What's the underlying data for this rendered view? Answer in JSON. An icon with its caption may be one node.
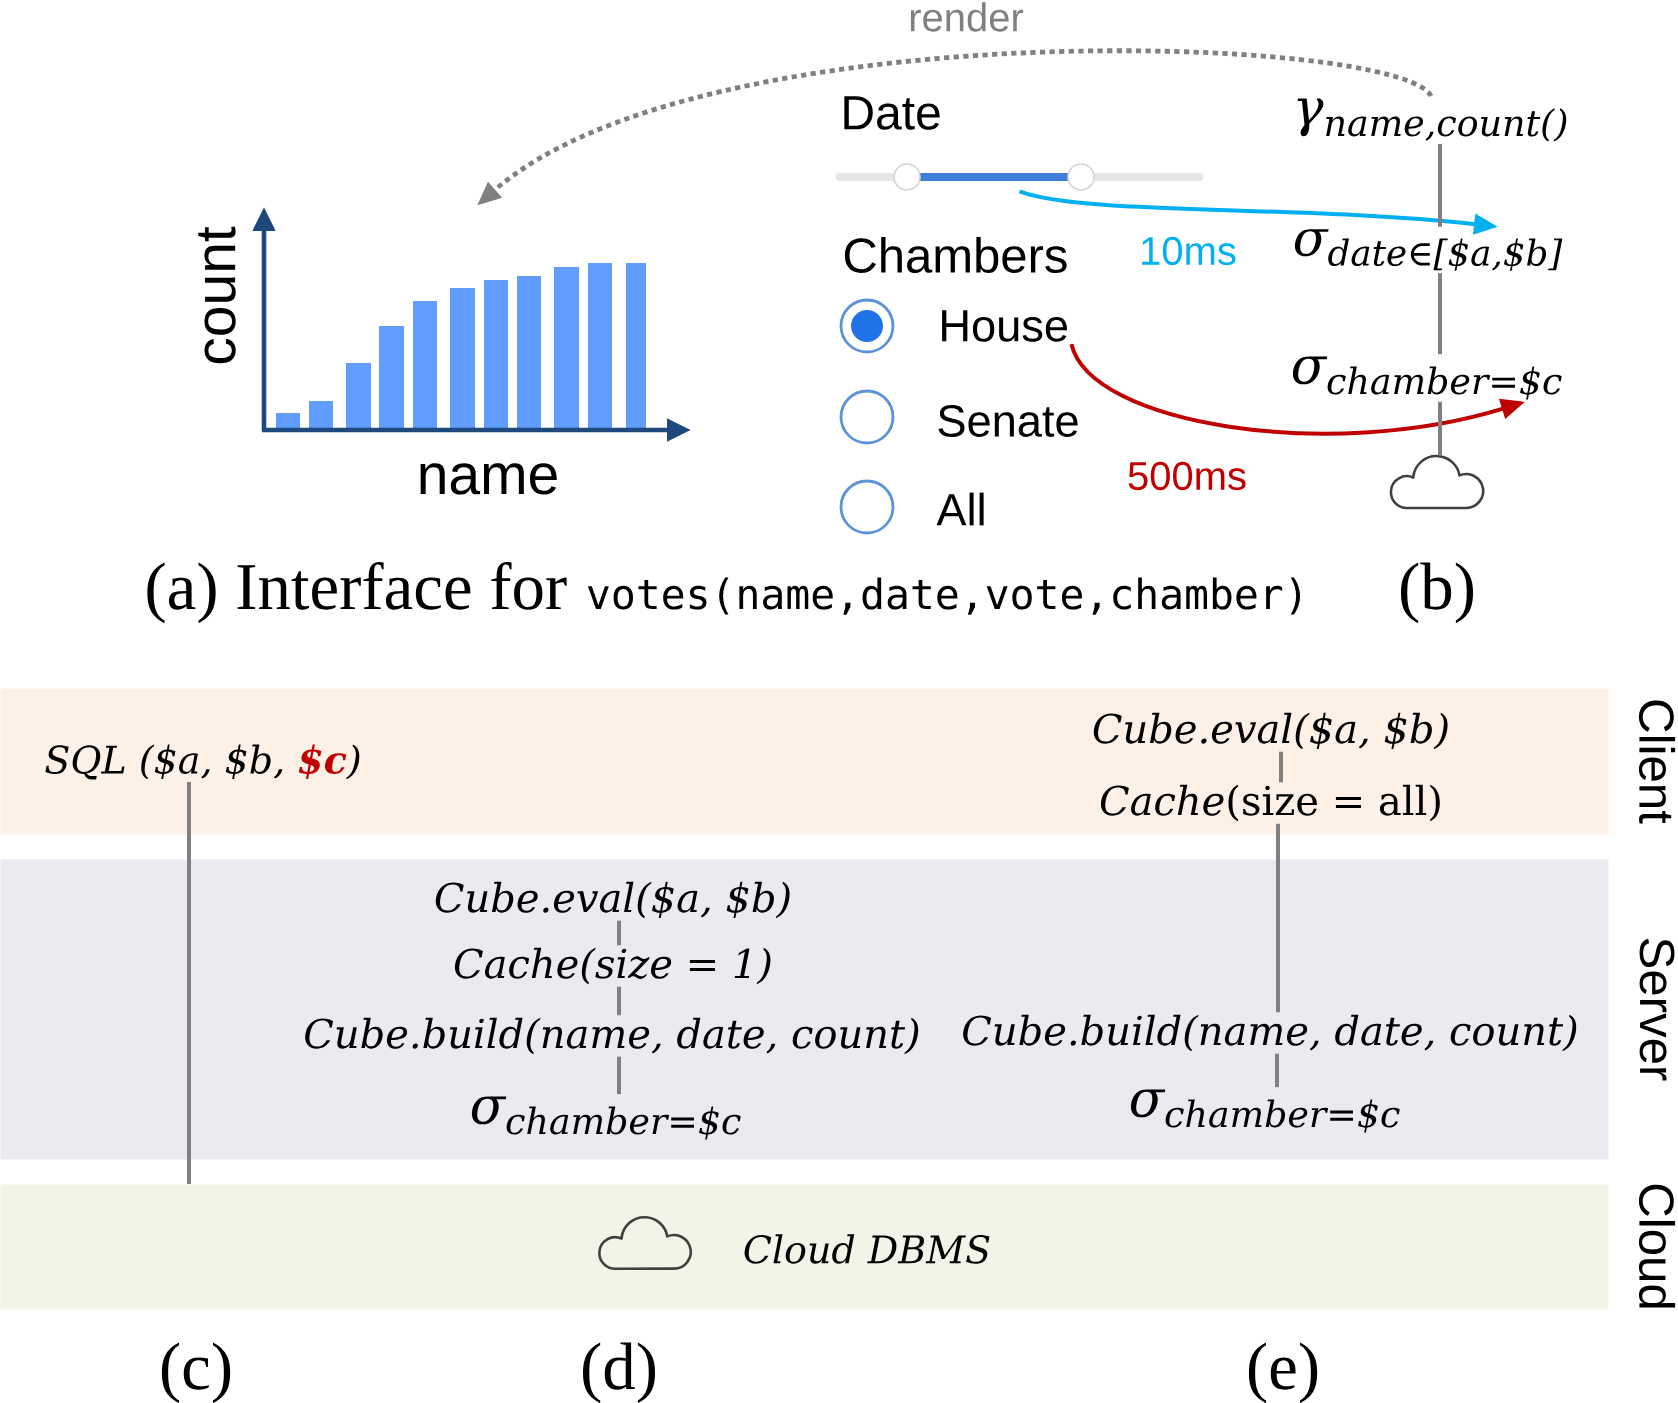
{
  "diagram": {
    "nodes": [
      {
        "text": [],
        "shape": "picture",
        "beside": [
          "count",
          "name"
        ]
      },
      {
        "text": [],
        "shape": "bar"
      },
      {
        "text": [
          "House"
        ]
      },
      {
        "text": [
          "γ$_{name,count()}$"
        ]
      },
      {
        "text": [
          "σ$_{date∈[$a,$b]}$"
        ]
      },
      {
        "text": [
          "σ$_{chamber=$c}$"
        ]
      },
      {
        "text": [],
        "shape": "cloud"
      },
      {
        "text": [
          "Client"
        ]
      },
      {
        "text": [
          "SQL ($a, $b, **$c**)"
        ],
        "in": 7
      },
      {
        "text": [
          "Cube.eval($a, $b)"
        ],
        "in": 7
      },
      {
        "text": [
          "*Cache*(size = all)"
        ],
        "in": 7
      },
      {
        "text": [
          "Server"
        ]
      },
      {
        "text": [
          "Cube.eval($a, $b)"
        ],
        "in": 11
      },
      {
        "text": [
          "Cache(size = 1)"
        ],
        "in": 11
      },
      {
        "text": [
          "Cube.build(name, date, count)"
        ],
        "in": 11
      },
      {
        "text": [
          "σ$_{chamber=$c}$"
        ],
        "in": 11
      },
      {
        "text": [
          "Cube.build(name, date, count)"
        ],
        "in": 11
      },
      {
        "text": [
          "σ$_{chamber=$c}$"
        ],
        "in": 11
      },
      {
        "text": [
          "Cloud"
        ]
      },
      {
        "text": [
          "Cloud DBMS"
        ],
        "in": 18
      }
    ],
    "edges": [
      {
        "from": 3,
        "to": 0,
        "arrow": "to",
        "label": "render",
        "style": "dashed"
      },
      {
        "from": 1,
        "to": 4,
        "arrow": "to",
        "label": "10ms",
        "color": "#00b0f0"
      },
      {
        "from": 2,
        "to": 5,
        "arrow": "to",
        "label": "500ms",
        "color": "#c00000"
      },
      {
        "from": 3,
        "to": 4,
        "arrow": "none"
      },
      {
        "from": 4,
        "to": 5,
        "arrow": "none"
      },
      {
        "from": 5,
        "to": 6,
        "arrow": "none"
      },
      {
        "from": 8,
        "to": 18,
        "arrow": "none"
      },
      {
        "from": 9,
        "to": 10,
        "arrow": "none"
      },
      {
        "from": 10,
        "to": 16,
        "arrow": "none"
      },
      {
        "from": 12,
        "to": 13,
        "arrow": "none"
      },
      {
        "from": 13,
        "to": 14,
        "arrow": "none"
      },
      {
        "from": 14,
        "to": 15,
        "arrow": "none"
      },
      {
        "from": 16,
        "to": 17,
        "arrow": "none"
      }
    ],
    "labels": [
      "Date",
      "Chambers",
      "Senate",
      "All",
      "(a) Interface for",
      "votes(name,date,vote,chamber)",
      "(b)",
      "(c)",
      "(d)",
      "(e)"
    ]
  }
}
